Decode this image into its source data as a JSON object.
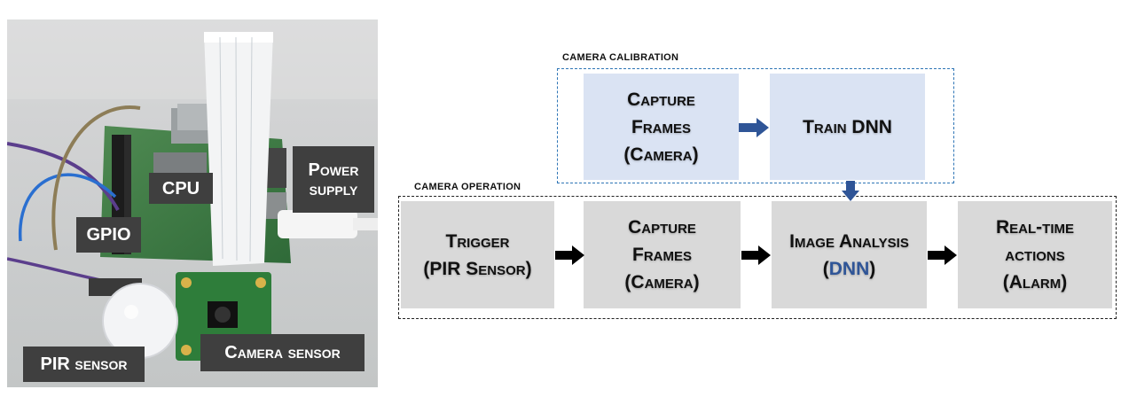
{
  "photo": {
    "labels": {
      "power": [
        "Power",
        "supply"
      ],
      "cpu": "CPU",
      "gpio": "GPIO",
      "pir": "PIR sensor",
      "camera": "Camera sensor"
    }
  },
  "diagram": {
    "calibration": {
      "label": "CAMERA CALIBRATION",
      "capture": [
        "Capture",
        "Frames",
        "(Camera)"
      ],
      "train": "Train DNN"
    },
    "operation": {
      "label": "CAMERA OPERATION",
      "trigger": [
        "Trigger",
        "(PIR Sensor)"
      ],
      "capture": [
        "Capture",
        "Frames",
        "(Camera)"
      ],
      "analysis": {
        "line1": "Image Analysis",
        "open": "(",
        "accent": "DNN",
        "close": ")"
      },
      "actions": [
        "Real-time",
        "actions",
        "(Alarm)"
      ]
    },
    "colors": {
      "calibration_box": "#dae3f3",
      "operation_box": "#d9d9d9",
      "calibration_border": "#2e75b6",
      "accent": "#2f5597",
      "blue_arrow": "#2f5597",
      "black_arrow": "#000000"
    }
  }
}
